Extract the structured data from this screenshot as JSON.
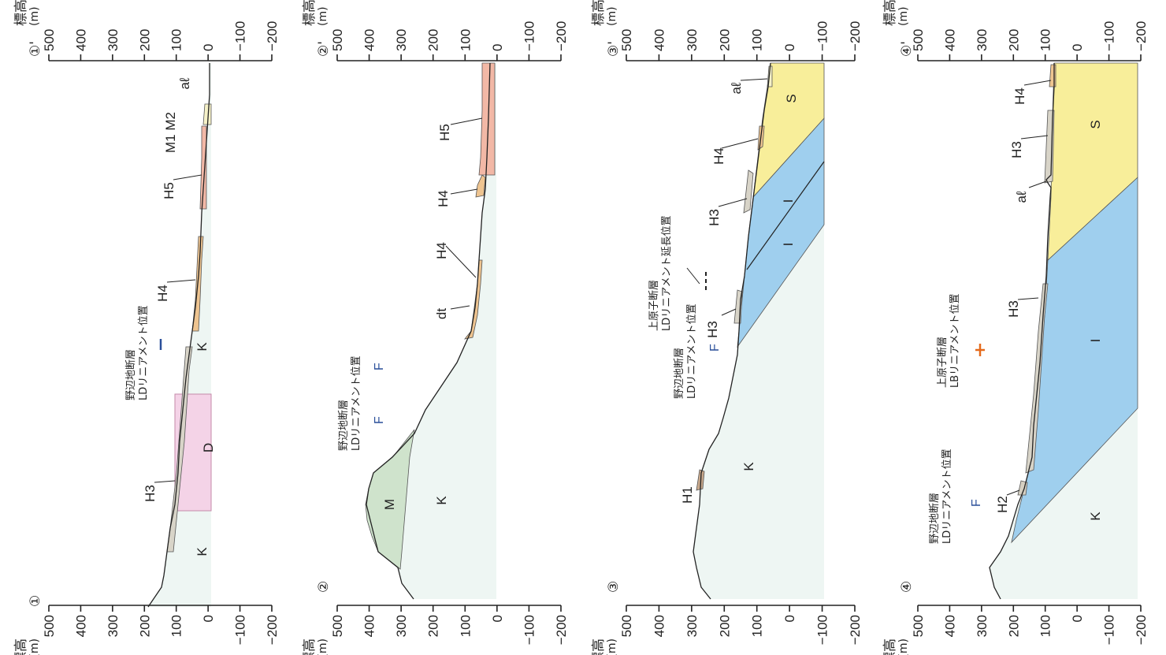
{
  "colors": {
    "K": "#eef6f3",
    "D": "#f4d3e7",
    "M": "#cfe3cc",
    "S": "#f8ee9a",
    "I": "#9fcfee",
    "H1": "#c9a98c",
    "H2": "#d6d0c2",
    "H3": "#d8d4c8",
    "H4": "#eec490",
    "H5": "#f2b8a6",
    "terrace_light": "#f6f2c8",
    "fault_blue": "#2a4f9a",
    "fault_orange": "#e56a1c"
  },
  "axis": {
    "caption": "標高",
    "unit": "(m)",
    "ticks": [
      "500",
      "400",
      "300",
      "200",
      "100",
      "0",
      "−100",
      "−200"
    ]
  },
  "sections": [
    {
      "start_label": "①",
      "end_label": "①'",
      "units": [
        "K",
        "D",
        "K"
      ],
      "terrace_labels": [
        "H3",
        "H4",
        "H5",
        "M1 M2",
        "aℓ"
      ],
      "annotations": [
        {
          "line1": "野辺地断層",
          "line2": "LDリニアメント位置"
        }
      ]
    },
    {
      "start_label": "②",
      "end_label": "②'",
      "units": [
        "M",
        "K"
      ],
      "terrace_labels": [
        "dt",
        "H4",
        "H4",
        "H5"
      ],
      "annotations": [
        {
          "line1": "野辺地断層",
          "line2": "LDリニアメント位置"
        }
      ]
    },
    {
      "start_label": "③",
      "end_label": "③'",
      "units": [
        "K",
        "I",
        "I",
        "S"
      ],
      "terrace_labels": [
        "H1",
        "H3",
        "H3",
        "H4",
        "aℓ"
      ],
      "annotations": [
        {
          "line1": "野辺地断層",
          "line2": "LDリニアメント位置"
        },
        {
          "line1": "上原子断層",
          "line2": "LDリニアメント延長位置"
        }
      ]
    },
    {
      "start_label": "④",
      "end_label": "④'",
      "units": [
        "K",
        "I",
        "S"
      ],
      "terrace_labels": [
        "H2",
        "H3",
        "aℓ",
        "H3",
        "H4"
      ],
      "annotations": [
        {
          "line1": "野辺地断層",
          "line2": "LDリニアメント位置"
        },
        {
          "line1": "上原子断層",
          "line2": "LBリニアメント位置"
        }
      ]
    }
  ]
}
